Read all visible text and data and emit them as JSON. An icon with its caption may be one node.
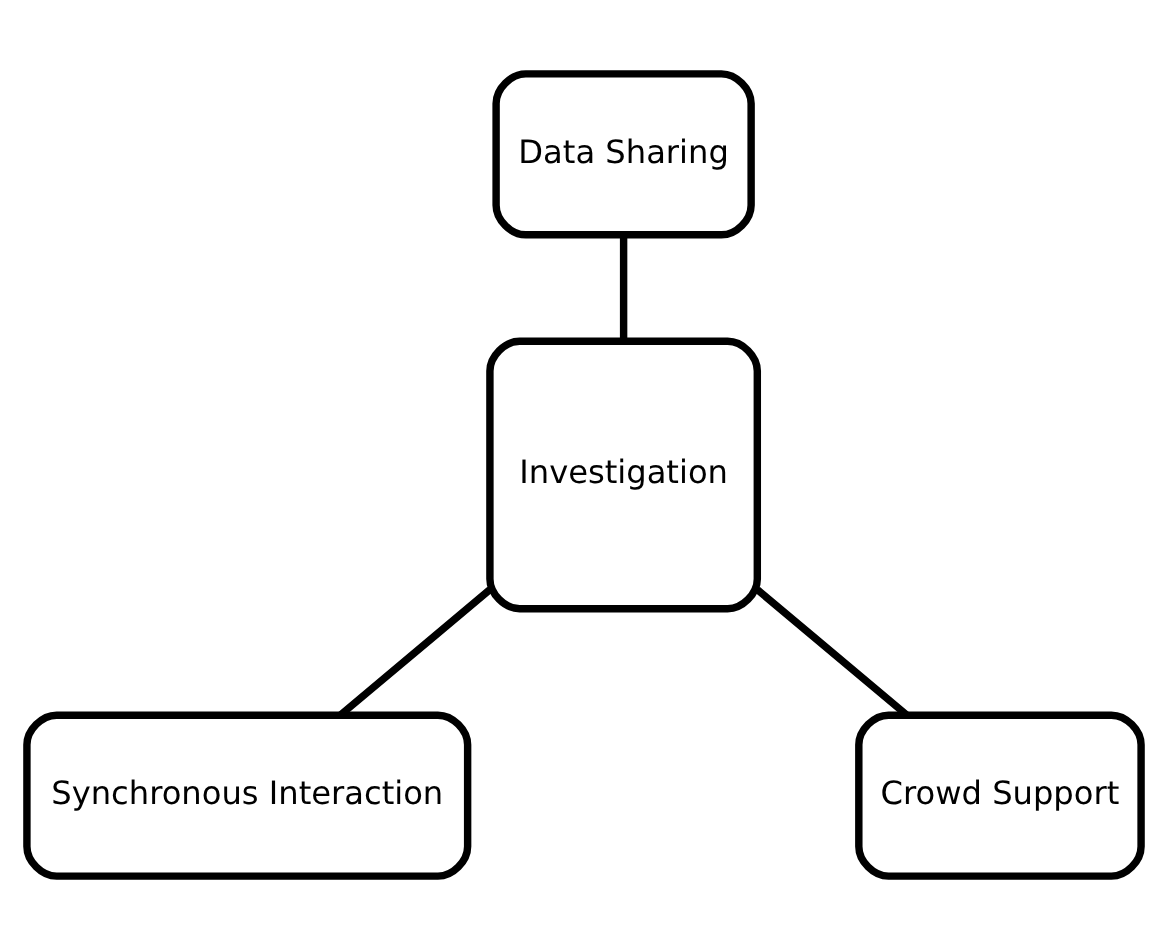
{
  "diagram": {
    "nodes": [
      {
        "text": [
          "Data Sharing"
        ]
      },
      {
        "text": [
          "Investigation"
        ]
      },
      {
        "text": [
          "Synchronous Interaction"
        ]
      },
      {
        "text": [
          "Crowd Support"
        ]
      }
    ],
    "edges": [
      {
        "from": 0,
        "to": 1,
        "arrow": "none"
      },
      {
        "from": 1,
        "to": 2,
        "arrow": "none"
      },
      {
        "from": 1,
        "to": 3,
        "arrow": "none"
      }
    ]
  }
}
